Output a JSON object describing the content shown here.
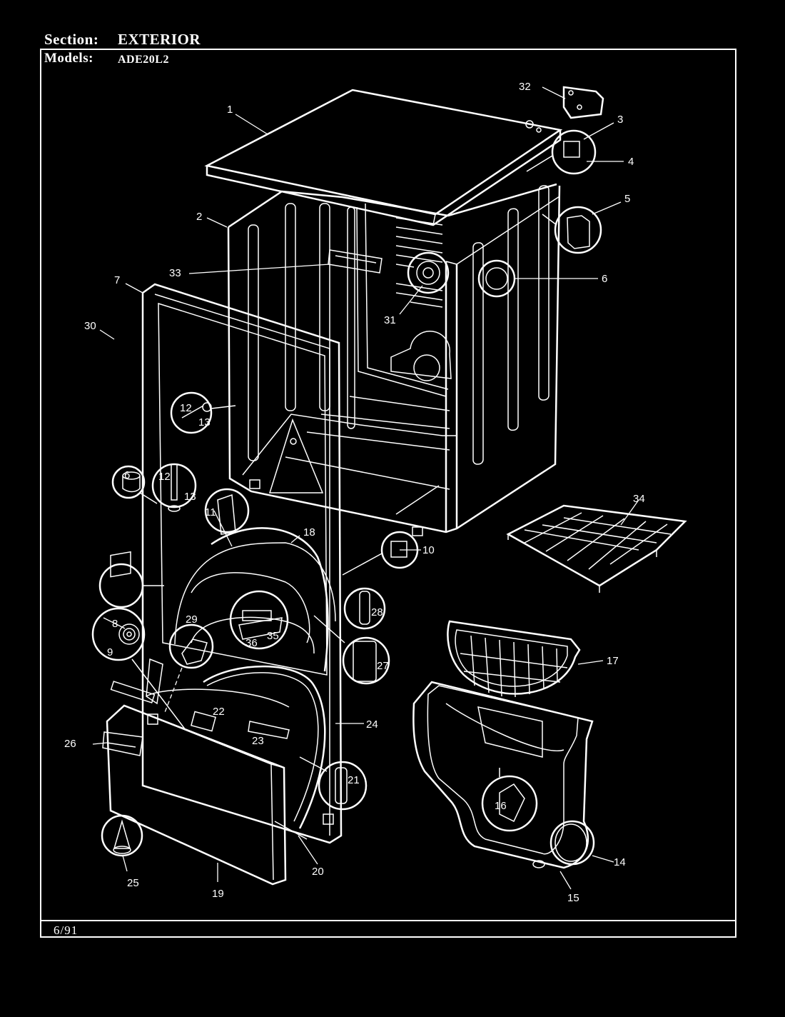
{
  "header": {
    "section_label": "Section:",
    "section_value": "EXTERIOR",
    "models_label": "Models:",
    "models_value": "ADE20L2"
  },
  "footer": {
    "date": "6/91"
  },
  "callouts": {
    "c1": "1",
    "c2": "2",
    "c3": "3",
    "c4": "4",
    "c5": "5",
    "c6": "6",
    "c6b": "6",
    "c7": "7",
    "c8": "8",
    "c9": "9",
    "c10": "10",
    "c11": "11",
    "c12": "12",
    "c12b": "12",
    "c13": "13",
    "c13b": "13",
    "c14": "14",
    "c15": "15",
    "c16": "16",
    "c17": "17",
    "c18": "18",
    "c19": "19",
    "c20": "20",
    "c21": "21",
    "c22": "22",
    "c23": "23",
    "c24": "24",
    "c25": "25",
    "c26": "26",
    "c27": "27",
    "c28": "28",
    "c29": "29",
    "c30": "30",
    "c31": "31",
    "c32": "32",
    "c33": "33",
    "c34": "34",
    "c35": "35",
    "c36": "36"
  }
}
